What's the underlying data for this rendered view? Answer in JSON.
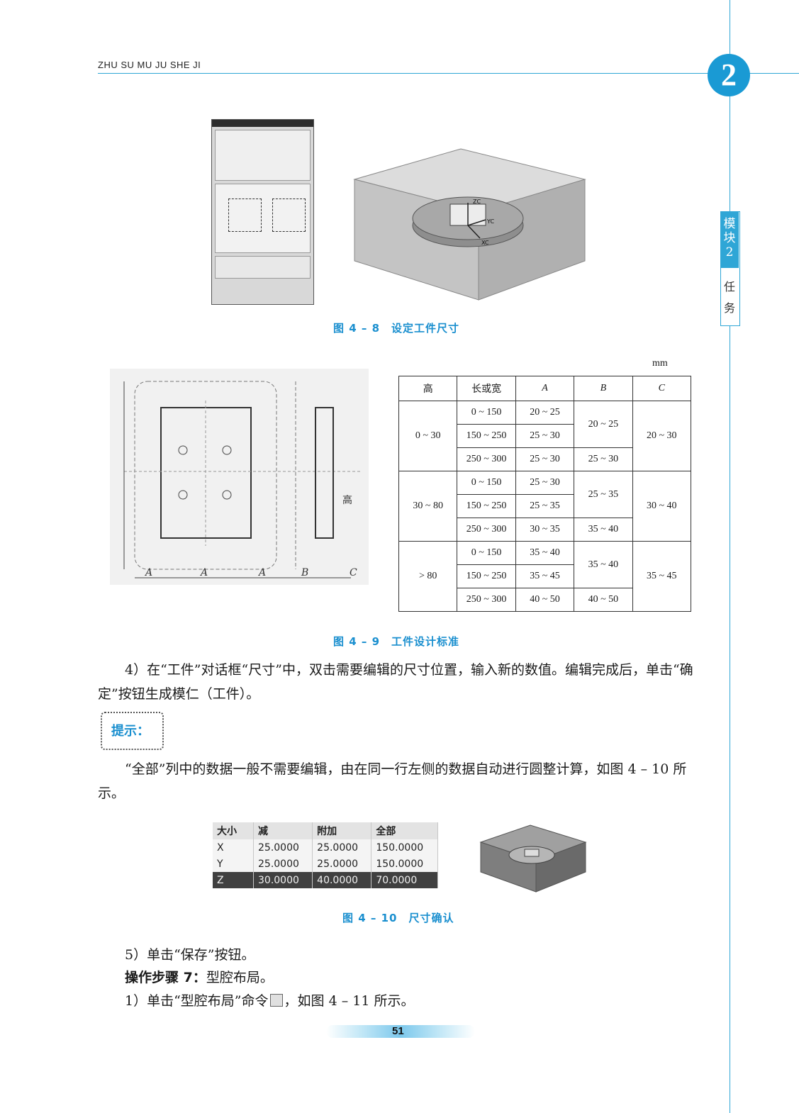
{
  "header": {
    "running_title": "ZHU SU MU JU SHE JI",
    "chapter_number": "2"
  },
  "side_tab": {
    "module": "模块2",
    "task": "任务"
  },
  "figure_4_8": {
    "caption": "图 4 – 8　设定工件尺寸",
    "axis_labels": [
      "ZC",
      "YC",
      "XC"
    ]
  },
  "figure_4_9": {
    "caption": "图 4 – 9　工件设计标准",
    "unit": "mm",
    "drawing_labels": [
      "A",
      "A",
      "A",
      "B",
      "C",
      "高"
    ],
    "table": {
      "headers": [
        "高",
        "长或宽",
        "A",
        "B",
        "C"
      ],
      "groups": [
        {
          "height": "0 ~ 30",
          "rows": [
            [
              "0 ~ 150",
              "20 ~ 25"
            ],
            [
              "150 ~ 250",
              "25 ~ 30"
            ],
            [
              "250 ~ 300",
              "25 ~ 30"
            ]
          ],
          "b_merged": "20 ~ 25",
          "b_last": "25 ~ 30",
          "c": "20 ~ 30"
        },
        {
          "height": "30 ~ 80",
          "rows": [
            [
              "0 ~ 150",
              "25 ~ 30"
            ],
            [
              "150 ~ 250",
              "25 ~ 35"
            ],
            [
              "250 ~ 300",
              "30 ~ 35"
            ]
          ],
          "b_merged": "25 ~ 35",
          "b_last": "35 ~ 40",
          "c": "30 ~ 40"
        },
        {
          "height": "> 80",
          "rows": [
            [
              "0 ~ 150",
              "35 ~ 40"
            ],
            [
              "150 ~ 250",
              "35 ~ 45"
            ],
            [
              "250 ~ 300",
              "40 ~ 50"
            ]
          ],
          "b_merged": "35 ~ 40",
          "b_last": "40 ~ 50",
          "c": "35 ~ 45"
        }
      ]
    }
  },
  "paragraph_4": "4）在“工件”对话框“尺寸”中，双击需要编辑的尺寸位置，输入新的数值。编辑完成后，单击“确定”按钮生成模仁（工件）。",
  "tip": {
    "label": "提示：",
    "text": "“全部”列中的数据一般不需要编辑，由在同一行左侧的数据自动进行圆整计算，如图 4 – 10 所示。"
  },
  "figure_4_10": {
    "caption": "图 4 – 10　尺寸确认",
    "headers": [
      "大小",
      "减",
      "附加",
      "全部"
    ],
    "rows": [
      [
        "X",
        "25.0000",
        "25.0000",
        "150.0000"
      ],
      [
        "Y",
        "25.0000",
        "25.0000",
        "150.0000"
      ],
      [
        "Z",
        "30.0000",
        "40.0000",
        "70.0000"
      ]
    ]
  },
  "paragraph_5": "5）单击“保存”按钮。",
  "step_7": {
    "label": "操作步骤 7：",
    "text": "型腔布局。"
  },
  "paragraph_1": "1）单击“型腔布局”命令",
  "paragraph_1_tail": "，如图 4 – 11 所示。",
  "page_number": "51",
  "colors": {
    "accent": "#1a9ad4",
    "rule": "#2fa6d6"
  }
}
